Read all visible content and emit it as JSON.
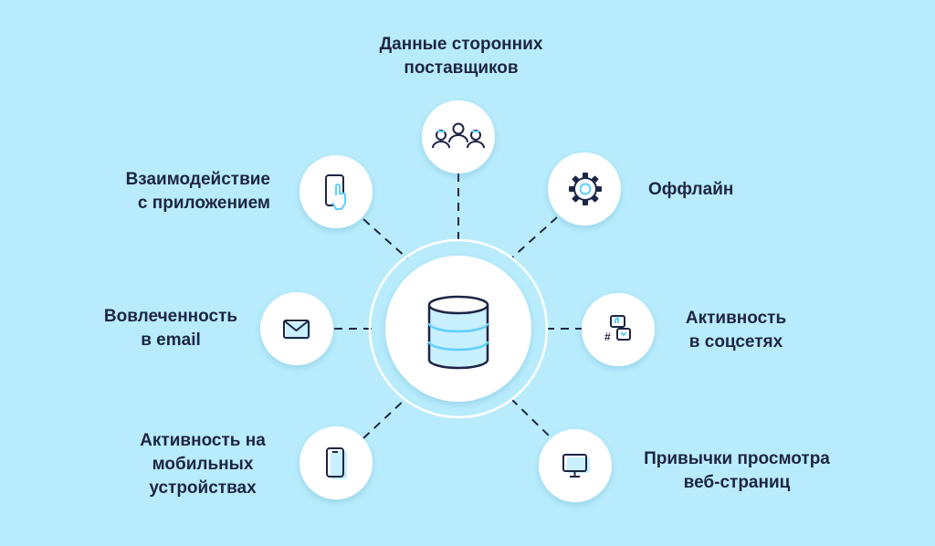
{
  "colors": {
    "background": "#b8ecfc",
    "node_fill": "#ffffff",
    "text": "#1d2545",
    "line": "#1d2545",
    "icon_accent": "#5ecfff"
  },
  "center": {
    "icon": "database-icon"
  },
  "nodes": {
    "vendors": {
      "icon": "users-group-icon",
      "lines": [
        "Данные сторонних",
        "поставщиков"
      ]
    },
    "app": {
      "icon": "phone-tap-icon",
      "lines": [
        "Взаимодействие",
        "с приложением"
      ]
    },
    "offline": {
      "icon": "gear-icon",
      "lines": [
        "Оффлайн"
      ]
    },
    "email": {
      "icon": "envelope-icon",
      "lines": [
        "Вовлеченность",
        "в email"
      ]
    },
    "social": {
      "icon": "social-chat-icon",
      "lines": [
        "Активность",
        "в соцсетях"
      ]
    },
    "mobile": {
      "icon": "smartphone-icon",
      "lines": [
        "Активность на",
        "мобильных",
        "устройствах"
      ]
    },
    "web": {
      "icon": "monitor-icon",
      "lines": [
        "Привычки просмотра",
        "веб-страниц"
      ]
    }
  }
}
